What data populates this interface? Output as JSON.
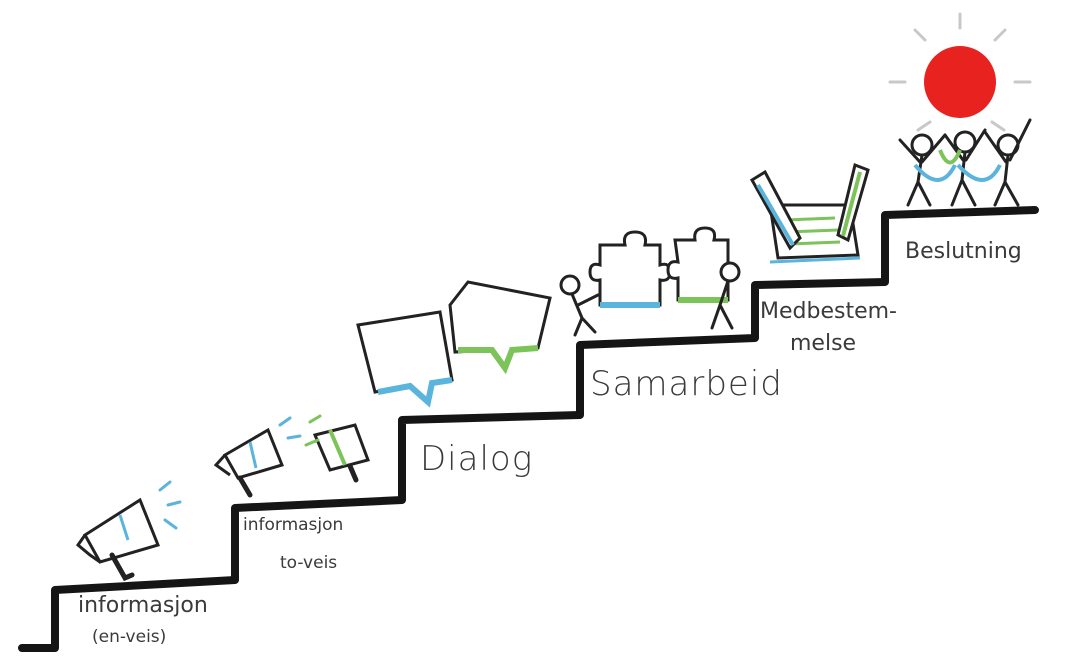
{
  "steps": [
    {
      "lines": [
        "informasjon",
        "(en-veis)"
      ]
    },
    {
      "lines": [
        "informasjon",
        "to-veis"
      ]
    },
    {
      "lines": [
        "Dialog"
      ]
    },
    {
      "lines": [
        "Samarbeid"
      ]
    },
    {
      "lines": [
        "Medbestem-",
        "melse"
      ]
    },
    {
      "lines": [
        "Beslutning"
      ]
    }
  ],
  "colors": {
    "line": "#151515",
    "blue": "#5ab4dc",
    "green": "#7cc35a",
    "sun": "#e8231f"
  },
  "icons": [
    "megaphone-icon",
    "megaphone-icon",
    "speech-bubbles-icon",
    "puzzle-icon",
    "pencil-document-icon",
    "celebrating-people-icon"
  ]
}
